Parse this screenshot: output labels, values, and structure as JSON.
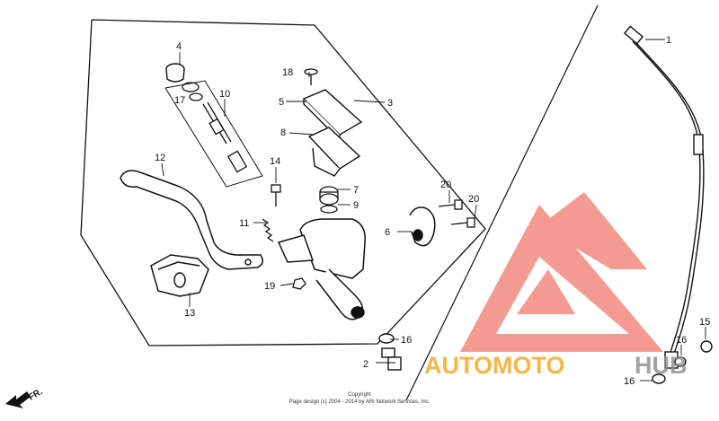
{
  "callouts": [
    {
      "id": "c1",
      "text": "1"
    },
    {
      "id": "c2",
      "text": "2"
    },
    {
      "id": "c3",
      "text": "3"
    },
    {
      "id": "c4",
      "text": "4"
    },
    {
      "id": "c5",
      "text": "5"
    },
    {
      "id": "c6",
      "text": "6"
    },
    {
      "id": "c7",
      "text": "7"
    },
    {
      "id": "c8",
      "text": "8"
    },
    {
      "id": "c9",
      "text": "9"
    },
    {
      "id": "c10",
      "text": "10"
    },
    {
      "id": "c11",
      "text": "11"
    },
    {
      "id": "c12",
      "text": "12"
    },
    {
      "id": "c13",
      "text": "13"
    },
    {
      "id": "c14",
      "text": "14"
    },
    {
      "id": "c15",
      "text": "15"
    },
    {
      "id": "c16a",
      "text": "16"
    },
    {
      "id": "c16b",
      "text": "16"
    },
    {
      "id": "c16c",
      "text": "16"
    },
    {
      "id": "c17",
      "text": "17"
    },
    {
      "id": "c18",
      "text": "18"
    },
    {
      "id": "c19",
      "text": "19"
    },
    {
      "id": "c20a",
      "text": "20"
    },
    {
      "id": "c20b",
      "text": "20"
    }
  ],
  "watermark": {
    "part1": "AUTOMOTO",
    "part2": "HUB",
    "color1": "#f7a21b",
    "color2": "#8c8c8c",
    "logo_color": "#ee3b33"
  },
  "copyright": {
    "line1": "Copyright",
    "line2": "Page design (c) 2004 - 2014 by ARI Network Services, Inc."
  },
  "direction": {
    "label": "FR.",
    "icon": "arrow-icon"
  }
}
